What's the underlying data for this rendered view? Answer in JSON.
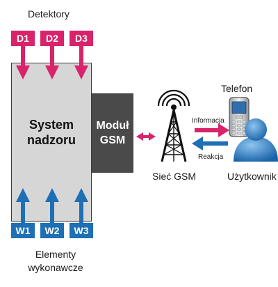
{
  "detectors": {
    "title": "Detektory",
    "items": [
      "D1",
      "D2",
      "D3"
    ]
  },
  "system": {
    "label_line1": "System",
    "label_line2": "nadzoru"
  },
  "gsm_module": {
    "label_line1": "Moduł",
    "label_line2": "GSM"
  },
  "network": {
    "label": "Sieć GSM"
  },
  "phone": {
    "label": "Telefon"
  },
  "user": {
    "label": "Użytkownik"
  },
  "flows": {
    "info": "Informacja",
    "reaction": "Reakcja"
  },
  "executors": {
    "title_line1": "Elementy",
    "title_line2": "wykonawcze",
    "items": [
      "W1",
      "W2",
      "W3"
    ]
  },
  "colors": {
    "magenta": "#d9236a",
    "blue": "#1f6fb5",
    "grey_box": "#d6d6d6",
    "dark_box": "#4a4a4a"
  }
}
